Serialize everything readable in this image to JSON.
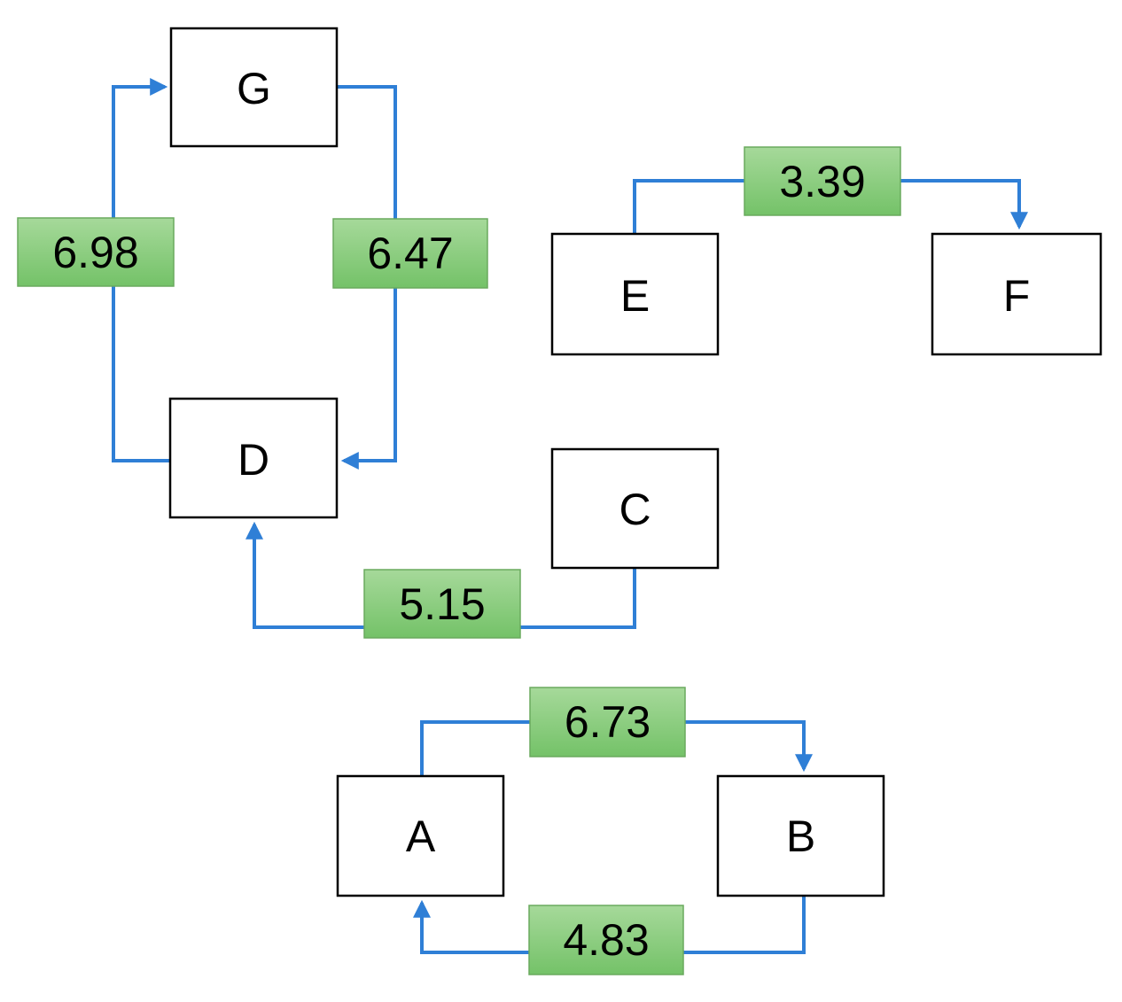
{
  "colors": {
    "edge": "#2f7fd6",
    "weight_fill_top": "#a6d99a",
    "weight_fill_bottom": "#74c268",
    "weight_stroke": "#6aaa5e",
    "node_stroke": "#000000",
    "node_fill": "#ffffff"
  },
  "nodes": {
    "G": "G",
    "E": "E",
    "F": "F",
    "D": "D",
    "C": "C",
    "A": "A",
    "B": "B"
  },
  "edges": [
    {
      "id": "d-g",
      "from": "D",
      "to": "G",
      "weight": "6.98"
    },
    {
      "id": "g-d",
      "from": "G",
      "to": "D",
      "weight": "6.47"
    },
    {
      "id": "e-f",
      "from": "E",
      "to": "F",
      "weight": "3.39"
    },
    {
      "id": "c-d",
      "from": "C",
      "to": "D",
      "weight": "5.15"
    },
    {
      "id": "a-b",
      "from": "A",
      "to": "B",
      "weight": "6.73"
    },
    {
      "id": "b-a",
      "from": "B",
      "to": "A",
      "weight": "4.83"
    }
  ]
}
